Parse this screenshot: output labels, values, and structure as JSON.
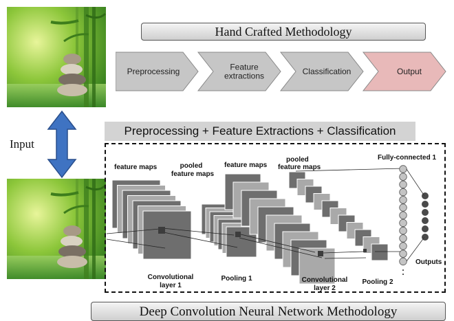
{
  "top_banner": "Hand Crafted Methodology",
  "pipeline_steps": [
    {
      "label_lines": [
        "Preprocessing"
      ],
      "highlight": false
    },
    {
      "label_lines": [
        "Feature",
        "extractions"
      ],
      "highlight": false
    },
    {
      "label_lines": [
        "Classification"
      ],
      "highlight": false
    },
    {
      "label_lines": [
        "Output"
      ],
      "highlight": true
    }
  ],
  "input_label": "Input",
  "middle_bar": "Preprocessing  + Feature Extractions + Classification",
  "cnn_labels": {
    "feature_maps_1": "feature maps",
    "pooled_maps_1_line1": "pooled",
    "pooled_maps_1_line2": "feature maps",
    "feature_maps_2": "feature maps",
    "pooled_maps_2_line1": "pooled",
    "pooled_maps_2_line2": "feature maps",
    "fully_connected": "Fully-connected 1",
    "conv1_line1": "Convolutional",
    "conv1_line2": "layer 1",
    "pooling1": "Pooling 1",
    "conv2_line1": "Convolutional",
    "conv2_line2": "layer 2",
    "pooling2": "Pooling 2",
    "outputs": "Outputs"
  },
  "bottom_banner": "Deep Convolution Neural Network Methodology",
  "colors": {
    "chevron": "#c6c6c6",
    "chevron_output": "#e8b9b9",
    "arrow": "#3f73c2",
    "map_light": "#a9a9a9",
    "map_dark": "#6e6e6e",
    "neuron": "#c4c4c4",
    "output_node": "#4a4a4a"
  }
}
